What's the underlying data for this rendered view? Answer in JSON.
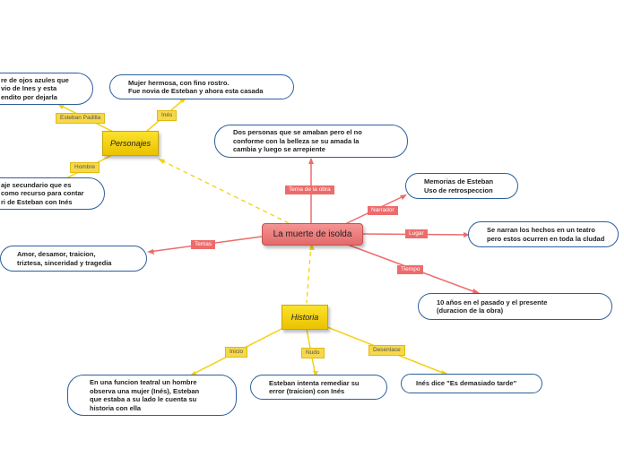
{
  "central": {
    "label": "La muerte de isolda"
  },
  "subtopics": {
    "personajes": "Personajes",
    "historia": "Historia"
  },
  "tags": {
    "esteban_padilla": "Esteban Padilla",
    "ines": "Inés",
    "hombre": "Hombre",
    "tema_de_la_obra": "Tema de la obra",
    "narrador": "Narrador",
    "lugar": "Lugar",
    "tiempo": "Tiempo",
    "temas": "Temas",
    "inicio": "Inicio",
    "nudo": "Nudo",
    "desenlace": "Desenlace"
  },
  "bubbles": {
    "esteban": "re de ojos azules que\nvio de Ines y esta\nendito por dejarla",
    "ines": "Mujer hermosa, con fino rostro.\nFue novia de Esteban y ahora esta casada",
    "hombre": "aje secundario que es\ncomo recurso para contar\nri de Esteban con Inés",
    "tema": "Dos personas que se amaban pero el no\nconforme con la belleza se su amada la\ncambia y luego se arrepiente",
    "narrador": "Memorias de Esteban\nUso de retrospeccion",
    "lugar": "Se narran los hechos en un teatro\npero estos ocurren en toda la cludad",
    "tiempo": "10 años en el pasado y el presente\n(duracion de la obra)",
    "temas": "Amor, desamor, traicion,\ntriztesa, sinceridad y tragedia",
    "inicio": "En una funcion teatral un hombre\nobserva una mujer (Inés), Esteban\nque estaba a su lado le cuenta su\nhistoria con ella",
    "nudo": "Esteban intenta remediar su\nerror (traicion) con Inés",
    "desenlace": "Inés dice \"Es demasiado tarde\""
  },
  "colors": {
    "central_fill": "#e46a6a",
    "subtopic_fill": "#f5d010",
    "red_link": "#ee6b6b",
    "yellow_link": "#f5d010",
    "bubble_border": "#2c5f9c"
  }
}
